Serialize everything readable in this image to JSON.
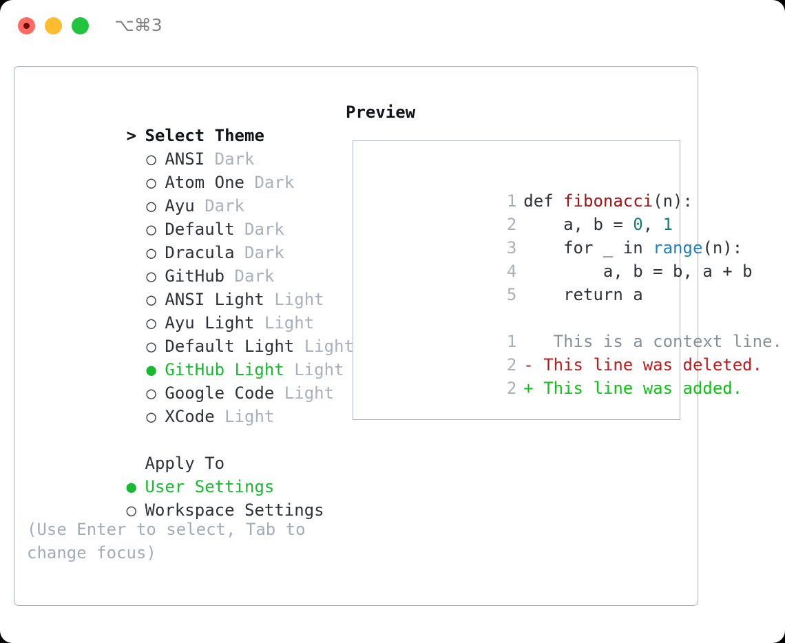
{
  "window": {
    "title": "⌥⌘3",
    "traffic_lights": [
      {
        "name": "close-button",
        "color": "#ff6b63"
      },
      {
        "name": "minimize-button",
        "color": "#fbbd2e"
      },
      {
        "name": "maximize-button",
        "color": "#22c43f"
      }
    ]
  },
  "theme_picker": {
    "header": {
      "marker": ">",
      "label": "Select Theme"
    },
    "items": [
      {
        "marker": "○",
        "label": "ANSI",
        "suffix": "Dark",
        "selected": false
      },
      {
        "marker": "○",
        "label": "Atom One",
        "suffix": "Dark",
        "selected": false
      },
      {
        "marker": "○",
        "label": "Ayu",
        "suffix": "Dark",
        "selected": false
      },
      {
        "marker": "○",
        "label": "Default",
        "suffix": "Dark",
        "selected": false
      },
      {
        "marker": "○",
        "label": "Dracula",
        "suffix": "Dark",
        "selected": false
      },
      {
        "marker": "○",
        "label": "GitHub",
        "suffix": "Dark",
        "selected": false
      },
      {
        "marker": "○",
        "label": "ANSI Light",
        "suffix": "Light",
        "selected": false
      },
      {
        "marker": "○",
        "label": "Ayu Light",
        "suffix": "Light",
        "selected": false
      },
      {
        "marker": "○",
        "label": "Default Light",
        "suffix": "Light",
        "selected": false
      },
      {
        "marker": "●",
        "label": "GitHub Light",
        "suffix": "Light",
        "selected": true
      },
      {
        "marker": "○",
        "label": "Google Code",
        "suffix": "Light",
        "selected": false
      },
      {
        "marker": "○",
        "label": "XCode",
        "suffix": "Light",
        "selected": false
      }
    ]
  },
  "apply_to": {
    "header": {
      "label": "Apply To"
    },
    "items": [
      {
        "marker": "●",
        "label": "User Settings",
        "selected": true
      },
      {
        "marker": "○",
        "label": "Workspace Settings",
        "selected": false
      }
    ]
  },
  "hint": "(Use Enter to select, Tab to change focus)",
  "preview": {
    "title": "Preview",
    "code_lines": [
      {
        "no": "1",
        "tokens": [
          {
            "t": "def ",
            "c": "plain"
          },
          {
            "t": "fibonacci",
            "c": "fn"
          },
          {
            "t": "(n):",
            "c": "plain"
          }
        ]
      },
      {
        "no": "2",
        "tokens": [
          {
            "t": "    a, b = ",
            "c": "plain"
          },
          {
            "t": "0",
            "c": "num"
          },
          {
            "t": ", ",
            "c": "plain"
          },
          {
            "t": "1",
            "c": "num"
          }
        ]
      },
      {
        "no": "3",
        "tokens": [
          {
            "t": "    for _ in ",
            "c": "plain"
          },
          {
            "t": "range",
            "c": "call"
          },
          {
            "t": "(n):",
            "c": "plain"
          }
        ]
      },
      {
        "no": "4",
        "tokens": [
          {
            "t": "        a, b = b, a + b",
            "c": "plain"
          }
        ]
      },
      {
        "no": "5",
        "tokens": [
          {
            "t": "    return a",
            "c": "plain"
          }
        ]
      }
    ],
    "diff_lines": [
      {
        "no": "1",
        "sign": " ",
        "text": "  This is a context line.",
        "kind": "ctx"
      },
      {
        "no": "2",
        "sign": "-",
        "text": " This line was deleted.",
        "kind": "del"
      },
      {
        "no": "2",
        "sign": "+",
        "text": " This line was added.",
        "kind": "add"
      }
    ]
  },
  "colors": {
    "accent_green": "#18b830",
    "muted": "#a8b0bd",
    "border": "#a9b2bf",
    "diff_add": "#0ec214",
    "diff_del": "#c01919",
    "token_fn": "#a01414",
    "token_num": "#0f7d78",
    "token_call": "#1f7fc0"
  }
}
